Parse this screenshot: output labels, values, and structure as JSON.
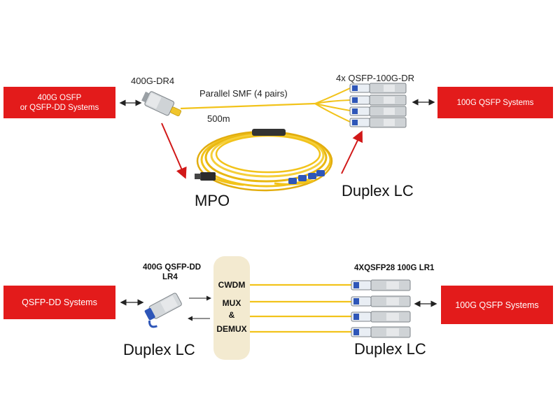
{
  "top": {
    "left_system": {
      "line1": "400G OSFP",
      "line2": "or QSFP-DD Systems"
    },
    "transceiver_label": "400G-DR4",
    "cable_label": "Parallel SMF (4 pairs)",
    "length_label": "500m",
    "connector_left": "MPO",
    "connector_right": "Duplex LC",
    "modules_label": "4x QSFP-100G-DR",
    "right_system": "100G QSFP Systems"
  },
  "bottom": {
    "left_system": "QSFP-DD Systems",
    "transceiver_label_line1": "400G QSFP-DD",
    "transceiver_label_line2": "LR4",
    "connector_left": "Duplex LC",
    "mux": {
      "line1": "CWDM",
      "line2": "MUX",
      "line3": "&",
      "line4": "DEMUX"
    },
    "modules_label": "4XQSFP28 100G LR1",
    "connector_right": "Duplex LC",
    "right_system": "100G QSFP Systems"
  },
  "colors": {
    "system_box": "#e31b1b",
    "fiber": "#f2c31b",
    "arrow_red": "#d11818",
    "mux_bg": "#f3ead0"
  }
}
